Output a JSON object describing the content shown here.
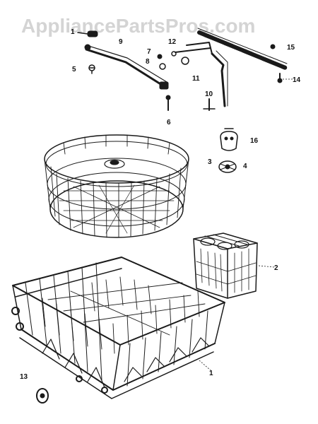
{
  "watermark": {
    "text": "AppliancePartsPros.com"
  },
  "callouts": [
    "1",
    "2",
    "3",
    "4",
    "5",
    "6",
    "7",
    "8",
    "9",
    "10",
    "11",
    "12",
    "13",
    "14",
    "15",
    "16"
  ],
  "colors": {
    "ink": "#1a1a1a",
    "watermark": "#d4d4d4",
    "background": "#ffffff"
  }
}
